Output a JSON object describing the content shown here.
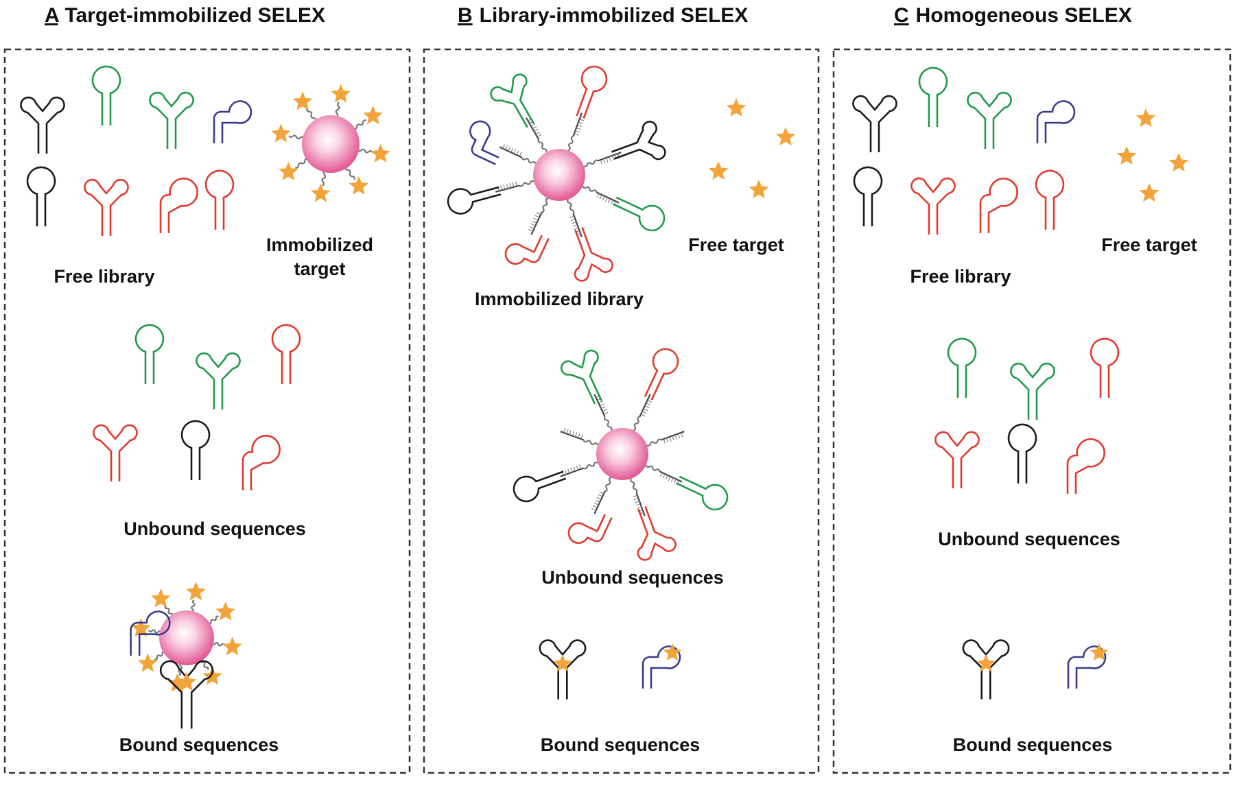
{
  "panels": [
    {
      "letter": "A",
      "title": "Target-immobilized SELEX",
      "labels": {
        "free_library": "Free library",
        "immobilized_target_line1": "Immobilized",
        "immobilized_target_line2": "target",
        "unbound": "Unbound sequences",
        "bound": "Bound  sequences"
      }
    },
    {
      "letter": "B",
      "title": "Library-immobilized SELEX",
      "labels": {
        "immobilized_library": "Immobilized library",
        "free_target": "Free target",
        "unbound": "Unbound sequences",
        "bound": "Bound  sequences"
      }
    },
    {
      "letter": "C",
      "title": "Homogeneous SELEX",
      "labels": {
        "free_library": "Free library",
        "free_target": "Free target",
        "unbound": "Unbound sequences",
        "bound": "Bound  sequences"
      }
    }
  ],
  "colors": {
    "black": "#1a1a1a",
    "green": "#1f9a4a",
    "red": "#e03a2e",
    "navy": "#3a3a8c",
    "star": "#f2a33a",
    "linker": "#777777",
    "bead_center": "#fde3ee",
    "bead_edge": "#e0508f",
    "border": "#333333"
  }
}
